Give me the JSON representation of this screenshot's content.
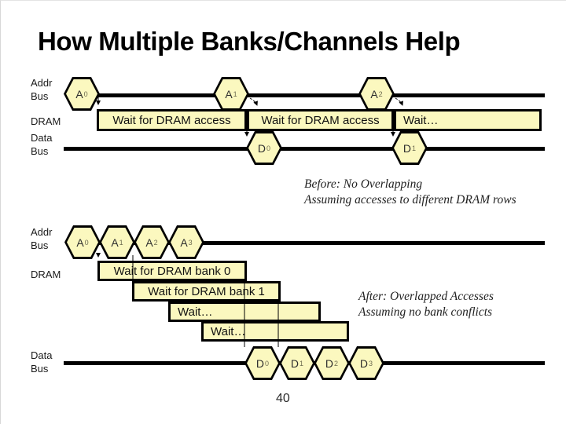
{
  "title": "How Multiple Banks/Channels Help",
  "page_number": "40",
  "colors": {
    "node_fill": "#fbf8bf",
    "stroke": "#000000"
  },
  "before": {
    "addr_bus_label": {
      "line1": "Addr",
      "line2": "Bus"
    },
    "dram_label": "DRAM",
    "data_bus_label": {
      "line1": "Data",
      "line2": "Bus"
    },
    "addr_events": [
      {
        "base": "A",
        "sub": "0"
      },
      {
        "base": "A",
        "sub": "1"
      },
      {
        "base": "A",
        "sub": "2"
      }
    ],
    "dram_activity": [
      "Wait for DRAM access",
      "Wait for DRAM access",
      "Wait…"
    ],
    "data_events": [
      {
        "base": "D",
        "sub": "0"
      },
      {
        "base": "D",
        "sub": "1"
      }
    ],
    "caption_line1": "Before: No Overlapping",
    "caption_line2": "Assuming accesses to different DRAM rows"
  },
  "after": {
    "addr_bus_label": {
      "line1": "Addr",
      "line2": "Bus"
    },
    "dram_label": "DRAM",
    "data_bus_label": {
      "line1": "Data",
      "line2": "Bus"
    },
    "addr_events": [
      {
        "base": "A",
        "sub": "0"
      },
      {
        "base": "A",
        "sub": "1"
      },
      {
        "base": "A",
        "sub": "2"
      },
      {
        "base": "A",
        "sub": "3"
      }
    ],
    "dram_activity": [
      "Wait for DRAM bank 0",
      "Wait for DRAM bank 1",
      "Wait…",
      "Wait…"
    ],
    "data_events": [
      {
        "base": "D",
        "sub": "0"
      },
      {
        "base": "D",
        "sub": "1"
      },
      {
        "base": "D",
        "sub": "2"
      },
      {
        "base": "D",
        "sub": "3"
      }
    ],
    "caption_line1": "After: Overlapped Accesses",
    "caption_line2": "Assuming no bank conflicts"
  }
}
